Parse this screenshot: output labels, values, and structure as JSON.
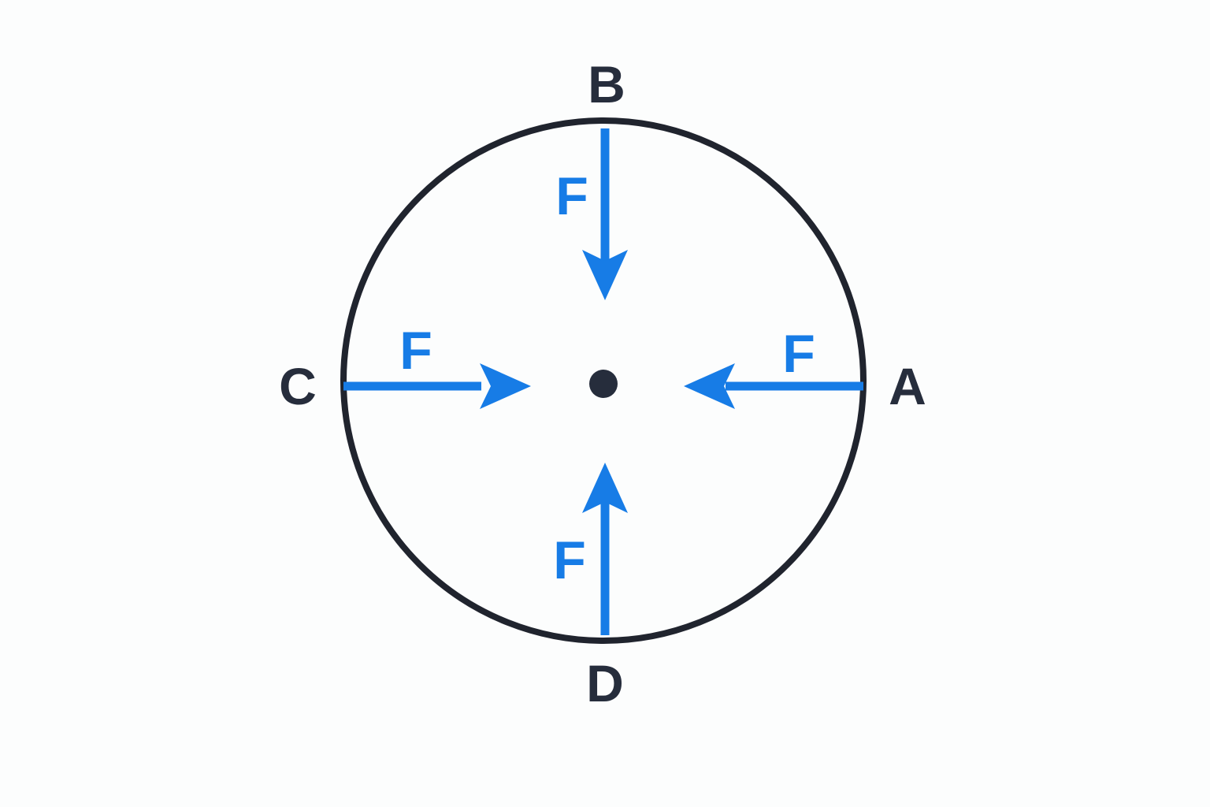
{
  "colors": {
    "background": "#fcfdfd",
    "outline": "#20242e",
    "label": "#262d3c",
    "force": "#177ce6"
  },
  "diagram": {
    "type": "force-diagram",
    "force_label": "F",
    "points": {
      "top": {
        "label": "B"
      },
      "right": {
        "label": "A"
      },
      "bottom": {
        "label": "D"
      },
      "left": {
        "label": "C"
      }
    }
  }
}
